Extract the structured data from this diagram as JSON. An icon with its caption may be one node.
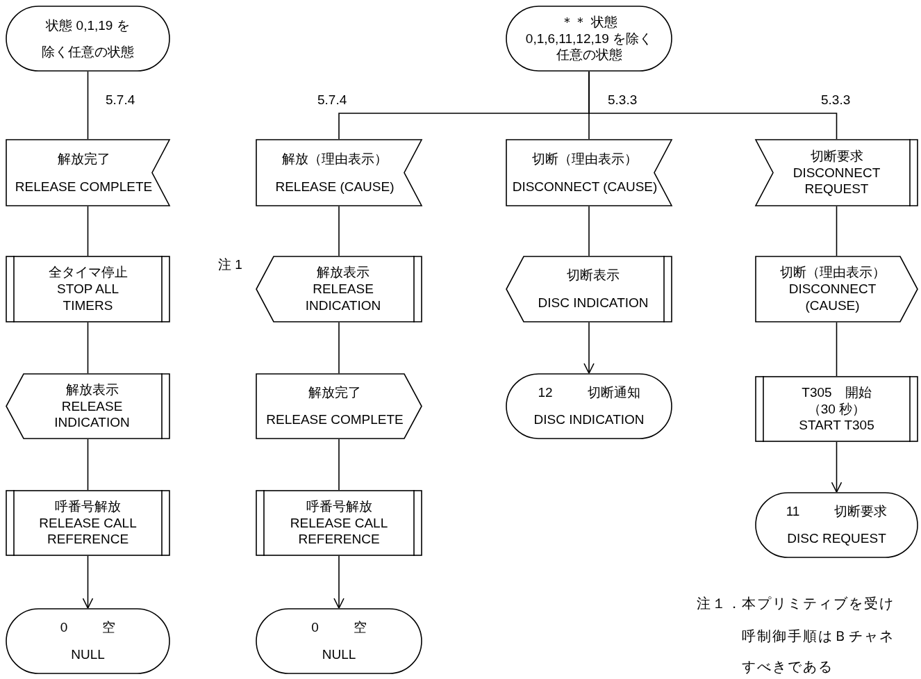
{
  "diagram": {
    "nodes": [
      {
        "text": [
          "状態 0,1,19 を除く任意の状態"
        ]
      },
      {
        "text": [
          "解放完了",
          "RELEASE COMPLETE"
        ]
      },
      {
        "text": [
          "全タイマ停止",
          "STOP ALL TIMERS"
        ]
      },
      {
        "text": [
          "解放表示",
          "RELEASE INDICATION"
        ]
      },
      {
        "text": [
          "呼番号解放",
          "RELEASE CALL REFERENCE"
        ]
      },
      {
        "text": [
          "0",
          "空",
          "NULL"
        ]
      },
      {
        "text": [
          "＊＊ 状態",
          "0,1,6,11,12,19 を除く任意の状態"
        ]
      },
      {
        "text": [
          "解放（理由表示）",
          "RELEASE (CAUSE)"
        ]
      },
      {
        "text": [
          "解放表示",
          "RELEASE INDICATION"
        ],
        "beside": [
          "注 1"
        ]
      },
      {
        "text": [
          "解放完了",
          "RELEASE COMPLETE"
        ]
      },
      {
        "text": [
          "呼番号解放",
          "RELEASE CALL REFERENCE"
        ]
      },
      {
        "text": [
          "0",
          "空",
          "NULL"
        ]
      },
      {
        "text": [
          "切断（理由表示）",
          "DISCONNECT (CAUSE)"
        ]
      },
      {
        "text": [
          "切断表示",
          "DISC INDICATION"
        ]
      },
      {
        "text": [
          "12",
          "切断通知",
          "DISC INDICATION"
        ]
      },
      {
        "text": [
          "切断要求",
          "DISCONNECT REQUEST"
        ]
      },
      {
        "text": [
          "切断（理由表示）",
          "DISCONNECT (CAUSE)"
        ]
      },
      {
        "text": [
          "T305　開始",
          "（30 秒）",
          "START T305"
        ]
      },
      {
        "text": [
          "11",
          "切断要求",
          "DISC REQUEST"
        ]
      }
    ],
    "edges": [
      {
        "from": 0,
        "to": 1,
        "arrow": "none",
        "label": "5.7.4"
      },
      {
        "from": 1,
        "to": 2,
        "arrow": "none"
      },
      {
        "from": 2,
        "to": 3,
        "arrow": "none"
      },
      {
        "from": 3,
        "to": 4,
        "arrow": "none"
      },
      {
        "from": 4,
        "to": 5,
        "arrow": "to"
      },
      {
        "from": 6,
        "to": 7,
        "arrow": "none",
        "label": "5.7.4"
      },
      {
        "from": 7,
        "to": 8,
        "arrow": "none"
      },
      {
        "from": 8,
        "to": 9,
        "arrow": "none"
      },
      {
        "from": 9,
        "to": 10,
        "arrow": "none"
      },
      {
        "from": 10,
        "to": 11,
        "arrow": "to"
      },
      {
        "from": 6,
        "to": 12,
        "arrow": "none",
        "label": "5.3.3"
      },
      {
        "from": 12,
        "to": 13,
        "arrow": "none"
      },
      {
        "from": 13,
        "to": 14,
        "arrow": "to"
      },
      {
        "from": 6,
        "to": 15,
        "arrow": "none",
        "label": "5.3.3"
      },
      {
        "from": 15,
        "to": 16,
        "arrow": "none"
      },
      {
        "from": 16,
        "to": 17,
        "arrow": "none"
      },
      {
        "from": 17,
        "to": 18,
        "arrow": "to"
      }
    ],
    "labels": [
      "注１．",
      "本プリミティブを受け",
      "呼制御手順はＢチャネ",
      "すべきである"
    ]
  }
}
